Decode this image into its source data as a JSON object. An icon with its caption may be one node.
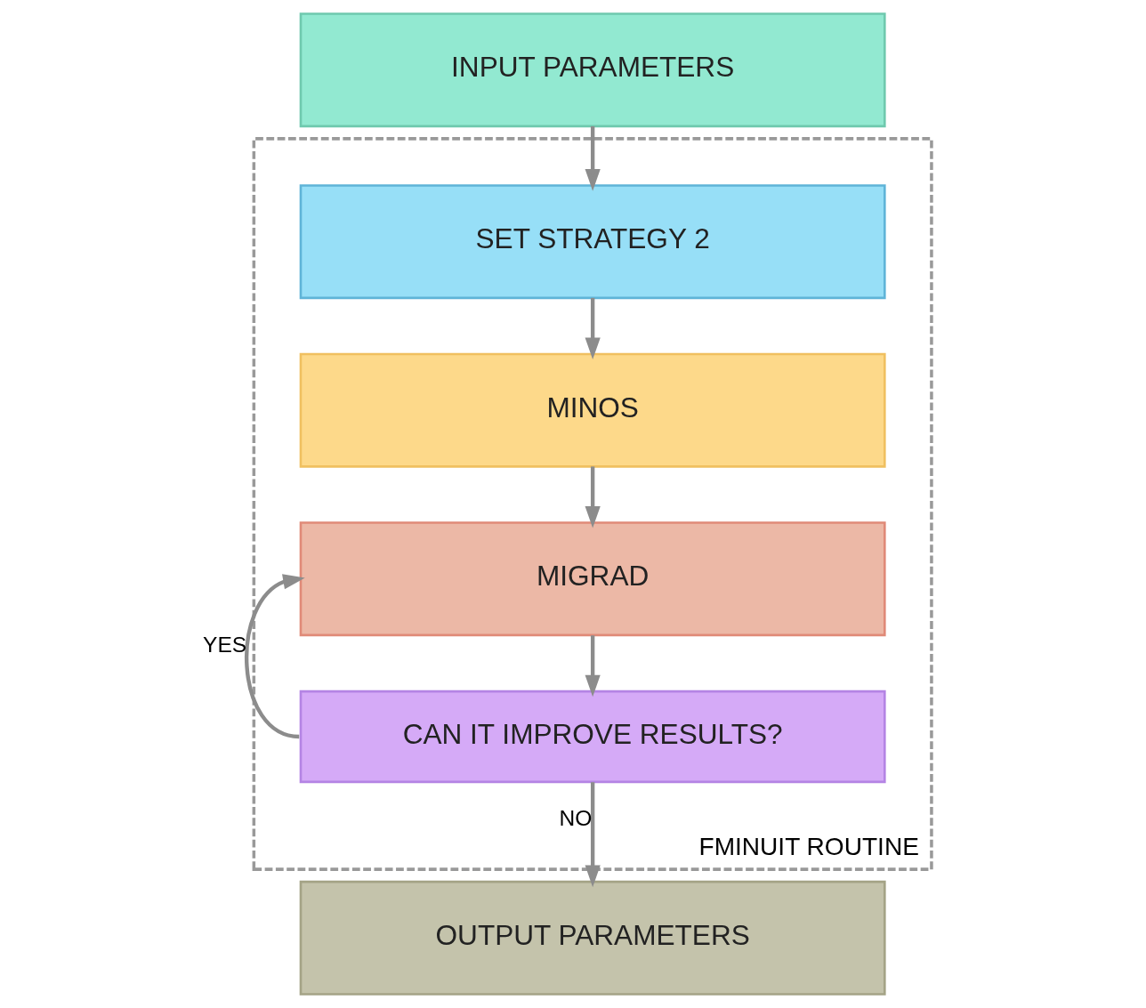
{
  "diagram": {
    "nodes": [
      {
        "text": [
          "INPUT PARAMETERS"
        ]
      },
      {
        "text": [
          "FMINUIT ROUTINE"
        ]
      },
      {
        "text": [
          "SET STRATEGY 2"
        ],
        "in": 1
      },
      {
        "text": [
          "MINOS"
        ],
        "in": 1
      },
      {
        "text": [
          "MIGRAD"
        ],
        "in": 1
      },
      {
        "text": [
          "CAN IT IMPROVE RESULTS?"
        ],
        "in": 1
      },
      {
        "text": [
          "OUTPUT PARAMETERS"
        ]
      }
    ],
    "edges": [
      {
        "from": 0,
        "to": 2,
        "arrow": "to"
      },
      {
        "from": 2,
        "to": 3,
        "arrow": "to"
      },
      {
        "from": 3,
        "to": 4,
        "arrow": "to"
      },
      {
        "from": 4,
        "to": 5,
        "arrow": "to"
      },
      {
        "from": 5,
        "to": 4,
        "arrow": "to",
        "label": "YES"
      },
      {
        "from": 5,
        "to": 6,
        "arrow": "to",
        "label": "NO"
      }
    ]
  }
}
